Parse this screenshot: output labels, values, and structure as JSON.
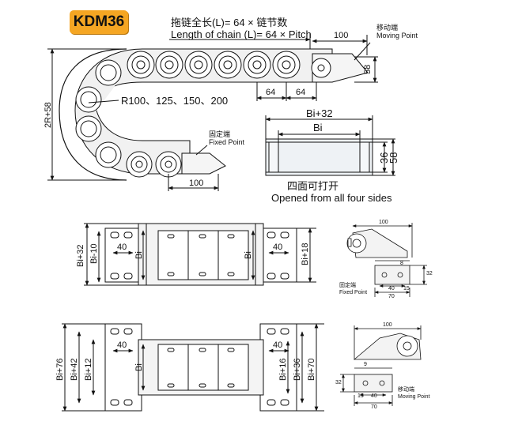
{
  "model": "KDM36",
  "top_view": {
    "chain_length_cn": "拖链全长(L)= 64 × 链节数",
    "chain_length_en": "Length of chain (L)= 64 × Pitch",
    "dim_100_top": "100",
    "moving_point_cn": "移动端",
    "moving_point_en": "Moving Point",
    "dim_58": "58",
    "dim_64_a": "64",
    "dim_64_b": "64",
    "radius_label": "R100、125、150、200",
    "height_label": "2R+58",
    "fixed_point_cn": "固定端",
    "fixed_point_en": "Fixed Point",
    "dim_100_bottom": "100"
  },
  "section_view": {
    "outer_width": "Bi+32",
    "inner_width": "Bi",
    "dim_36": "36",
    "dim_58": "58",
    "caption_cn": "四面可打开",
    "caption_en": "Opened from all four sides"
  },
  "plan_view_1": {
    "left_outer": "Bi+32",
    "left_inner": "Bi-10",
    "left_dim_40": "40",
    "center_bi": "Bi",
    "right_bi": "Bi",
    "right_dim_40": "40",
    "right_outer": "Bi+18"
  },
  "plan_view_2": {
    "left_outer": "Bi+76",
    "left_mid": "Bi+42",
    "left_inner": "Bi+12",
    "left_dim_40": "40",
    "center_bi": "Bi",
    "right_dim_40": "40",
    "right_inner": "Bi+16",
    "right_mid": "Bi+36",
    "right_outer": "Bi+70"
  },
  "fixed_bracket": {
    "dim_100": "100",
    "dim_8": "8",
    "dim_32": "32",
    "dim_40": "40",
    "dim_15": "15",
    "dim_70": "70",
    "caption_cn": "固定端",
    "caption_en": "Fixed Point"
  },
  "moving_bracket": {
    "dim_100": "100",
    "dim_9": "9",
    "dim_32": "32",
    "dim_15": "15",
    "dim_40": "40",
    "dim_70": "70",
    "caption_cn": "移动端",
    "caption_en": "Moving Point"
  }
}
